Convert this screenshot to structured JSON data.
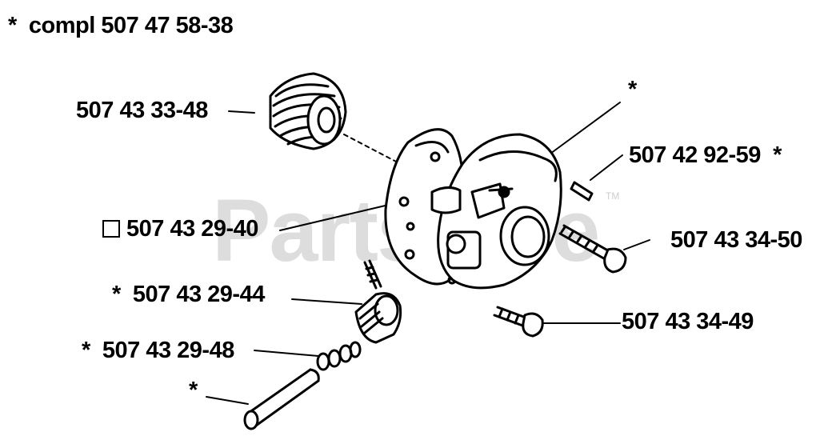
{
  "header": {
    "prefix": "*",
    "text": "compl 507 47 58-38"
  },
  "watermark": {
    "text": "PartsTree",
    "tm": "TM"
  },
  "callouts": {
    "spring": {
      "part_number": "507 43 33-48"
    },
    "cover_star": {
      "mark": "*"
    },
    "pin": {
      "part_number": "507 42 92-59",
      "mark": "*"
    },
    "plate": {
      "part_number": "507 43 29-40",
      "mark_icon": "square-icon"
    },
    "screw_long": {
      "part_number": "507 43 34-50"
    },
    "pinion": {
      "part_number": "507 43 29-44",
      "mark": "*"
    },
    "screw_short": {
      "part_number": "507 43 34-49"
    },
    "spring_small": {
      "part_number": "507 43 29-48",
      "mark": "*"
    },
    "shaft": {
      "mark": "*"
    }
  },
  "colors": {
    "ink": "#000000",
    "paper": "#ffffff"
  }
}
